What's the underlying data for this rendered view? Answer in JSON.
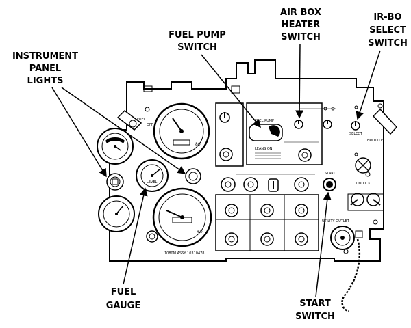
{
  "callouts": {
    "instrument_panel_lights": [
      "INSTRUMENT",
      "PANEL",
      "LIGHTS"
    ],
    "fuel_pump_switch": [
      "FUEL PUMP",
      "SWITCH"
    ],
    "air_box_heater_switch": [
      "AIR BOX",
      "HEATER",
      "SWITCH"
    ],
    "ir_bo_select_switch": [
      "IR-BO",
      "SELECT",
      "SWITCH"
    ],
    "fuel_gauge": [
      "FUEL",
      "GAUGE"
    ],
    "start_switch": [
      "START",
      "SWITCH"
    ]
  },
  "panel_text": {
    "fuel_lever": "FUEL",
    "off": "OFF",
    "fuel_pump_box": "FUEL PUMP",
    "lean_on": "LEANS ON",
    "start": "START",
    "unlock": "UNLOCK",
    "utility_outlet": "UTILITY OUTLET",
    "throttle": "THROTTLE",
    "select": "SELECT",
    "panel_assy": "1080M ASSY 10310478",
    "fuel_gauge_level": "LEVEL",
    "speed_gauge_value": "80",
    "lower_gauge_value": "60"
  },
  "icons": {
    "gauge": "gauge-icon",
    "toggle": "toggle-switch-icon",
    "lamp": "indicator-light-icon",
    "start_button": "push-button-icon",
    "outlet": "utility-outlet-icon"
  }
}
